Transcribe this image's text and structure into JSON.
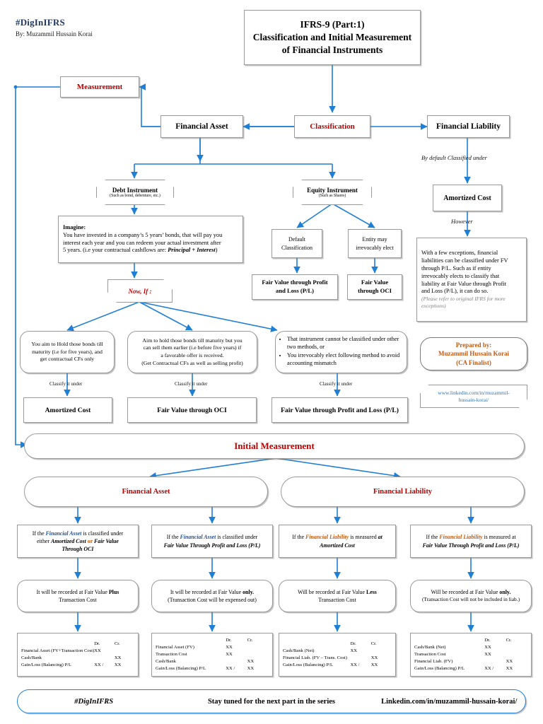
{
  "brand": {
    "tag": "#DigInIFRS",
    "by": "By: Muzammil Hussain Korai"
  },
  "title": {
    "line1": "IFRS-9 (Part:1)",
    "line2": "Classification and Initial Measurement",
    "line3": "of Financial Instruments"
  },
  "top": {
    "measurement": "Measurement",
    "classification": "Classification",
    "financial_asset": "Financial Asset",
    "financial_liability": "Financial Liability"
  },
  "instruments": {
    "debt": {
      "title": "Debt Instrument",
      "sub": "(Such as bond, debenture, etc.)"
    },
    "equity": {
      "title": "Equity  Instrument",
      "sub": "(Such as Shares)"
    }
  },
  "imagine": {
    "heading": "Imagine:",
    "l1": "You have invested in a company’s  5 years’ bonds, that will pay you",
    "l2": "interest each year and you can redeem your actual investment after",
    "l3_pre": "5 years. (i.e your contractual cashflows are: ",
    "l3_em": "Principal + Interest",
    "l3_post": ")"
  },
  "now_if": "Now, If :",
  "equity_branch": {
    "default_classification_l1": "Default",
    "default_classification_l2": "Classification",
    "entity_elect_l1": "Entity may",
    "entity_elect_l2": "irrevocably elect",
    "fvtpl_l1": "Fair Value through Profit",
    "fvtpl_l2": "and Loss (P/L)",
    "fvoci_l1": "Fair Value",
    "fvoci_l2": "through OCI"
  },
  "liability_branch": {
    "by_default_label": "By default Classified under",
    "amortized_cost": "Amortized Cost",
    "however_label": "However",
    "exception_l1": "With a few exceptions, financial",
    "exception_l2": "liabilities can be classified under FV",
    "exception_l3": "through P/L. Such as if entity",
    "exception_l4": "irrevocably elects to classify that",
    "exception_l5": "liability at Fair Value through Profit",
    "exception_l6": "and Loss (P/L), it can do so.",
    "exception_note_l1": "(Please refer to original IFRS for more",
    "exception_note_l2": "exceptions)"
  },
  "conditions": {
    "c1_l1": "You aim to Hold those bonds till",
    "c1_l2": "maturity (i.e for five years), and",
    "c1_l3": "get contractual CFs only",
    "c2_l1": "Aim to hold those bonds till maturity but you",
    "c2_l2": "can sell them earlier (i.e before five years) if",
    "c2_l3": "a favorable offer is received.",
    "c2_l4": "(Get Contractual CFs as well as selling profit)",
    "c3_b1": "That instrument cannot be classified under other two methods, or",
    "c3_b2": "You irrevocably elect following method to avoid accounting mismatch"
  },
  "classify_label": "Classify it under",
  "outcomes": {
    "o1": "Amortized Cost",
    "o2": "Fair Value through OCI",
    "o3": "Fair Value through Profit and Loss (P/L)"
  },
  "prepared": {
    "l1": "Prepared by:",
    "l2": "Muzammil Hussain Korai",
    "l3": "(CA Finalist)"
  },
  "linkedin_callout": {
    "l1": "www.linkedin.com/in/muzammil-",
    "l2": "hussain-korai/"
  },
  "initial": {
    "heading": "Initial Measurement",
    "asset": "Financial Asset",
    "liability": "Financial Liability"
  },
  "im_conditions": {
    "a1": {
      "t1": "If the ",
      "em1": "Financial Asset",
      "t2": " is classified under",
      "t3": "either ",
      "em2": "Amortized Cost",
      "orword": " or ",
      "em3": "Fair Value",
      "t4": "Through OCI"
    },
    "a2": {
      "t1": "If the ",
      "em1": "Financial Asset",
      "t2": " is classified under",
      "em2": "Fair Value Through Profit and Loss (P/L)"
    },
    "l1": {
      "t1": "If the ",
      "em1": "Financial Liability",
      "t2": " is measured ",
      "em2": "at",
      "em3": "Amortized Cost"
    },
    "l2": {
      "t1": "If the ",
      "em1": "Financial Liability",
      "t2": " is measured at",
      "em2": "Fair Value Through Profit and Loss (P/L)"
    }
  },
  "im_results": {
    "r1_l1_pre": "It will be recorded at Fair Value ",
    "r1_l1_b": "Plus",
    "r1_l2": "Transaction Cost",
    "r2_l1_pre": "It will be recorded at Fair Value ",
    "r2_l1_b": "only.",
    "r2_l2": "(Transaction Cost will be expensed out)",
    "r3_l1_pre": "Will be recorded at Fair Value ",
    "r3_l1_b": "Less",
    "r3_l2": "Transaction Cost",
    "r4_l1_pre": "Will be recorded at Fair Value ",
    "r4_l1_b": "only.",
    "r4_l2": "(Transaction Cost will not be included in liab.)"
  },
  "journal_entries": [
    {
      "headers": [
        "",
        "Dr.",
        "Cr."
      ],
      "rows": [
        [
          "Financial Asset (FV+Transaction Cost)",
          "XX",
          ""
        ],
        [
          "Cash/Bank",
          "",
          "XX"
        ],
        [
          "Gain/Loss (Balancing) P/L",
          "XX  /",
          "XX"
        ]
      ]
    },
    {
      "headers": [
        "",
        "Dr.",
        "Cr."
      ],
      "rows": [
        [
          "Financial Asset (FV)",
          "XX",
          ""
        ],
        [
          "Transaction Cost",
          "XX",
          ""
        ],
        [
          "Cash/Bank",
          "",
          "XX"
        ],
        [
          "Gain/Loss (Balancing) P/L",
          "XX  /",
          "XX"
        ]
      ]
    },
    {
      "headers": [
        "",
        "Dr.",
        "Cr."
      ],
      "rows": [
        [
          "Cash/Bank (Net)",
          "XX",
          ""
        ],
        [
          "Financial Liab. (FV – Trans. Cost)",
          "",
          "XX"
        ],
        [
          "Gain/Loss (Balancing) P/L",
          "XX  /",
          "XX"
        ]
      ]
    },
    {
      "headers": [
        "",
        "Dr.",
        "Cr."
      ],
      "rows": [
        [
          "Cash/Bank (Net)",
          "XX",
          ""
        ],
        [
          "Transaction Cost",
          "XX",
          ""
        ],
        [
          "Financial Liab. (FV)",
          "",
          "XX"
        ],
        [
          "Gain/Loss (Balancing) P/L",
          "XX  /",
          "XX"
        ]
      ]
    }
  ],
  "footer": {
    "tag": "#DigInIFRS",
    "middle": "Stay tuned for the next part in the series",
    "link": "Linkedin.com/in/muzammil-hussain-korai/"
  },
  "colors": {
    "accent_blue": "#1f7fd4",
    "heading_red": "#c00000",
    "brand_navy": "#1f3864",
    "orange": "#c55a11",
    "link_blue": "#2e74b5",
    "box_border": "#9a9a9a"
  }
}
